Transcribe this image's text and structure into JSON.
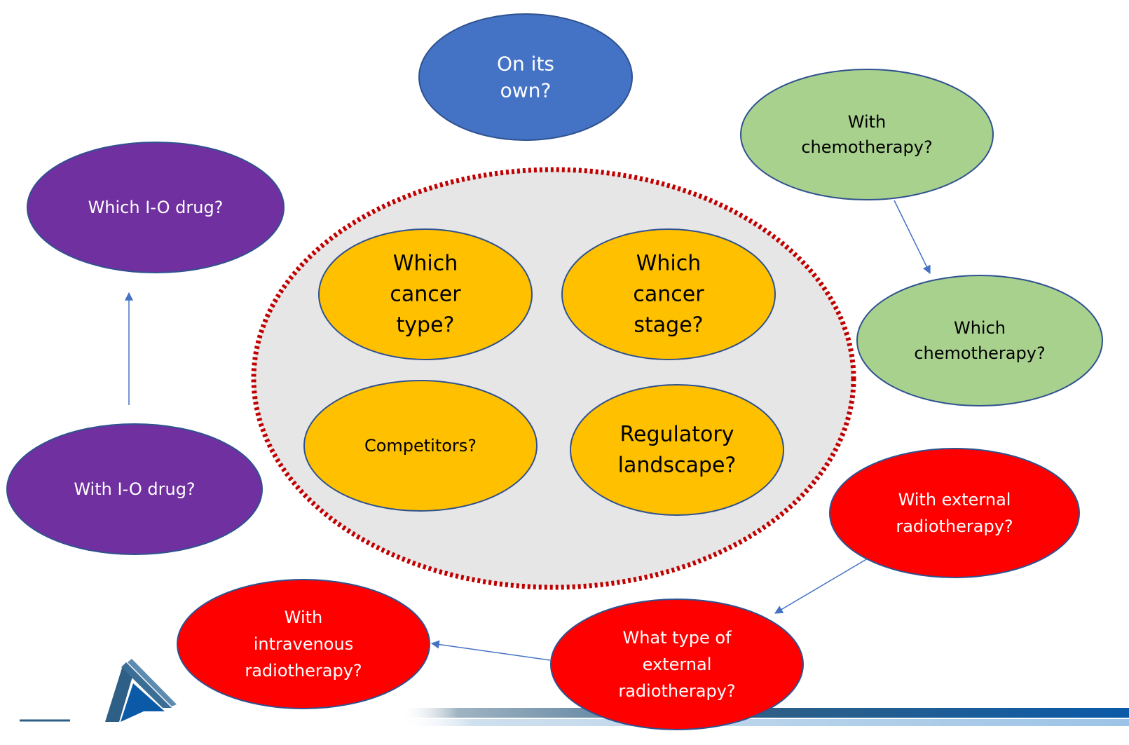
{
  "colors": {
    "blue": "#4472C4",
    "purple": "#7030A0",
    "green": "#A9D18E",
    "orange": "#FFC000",
    "red": "#FF0000",
    "outline": "#2F528F",
    "dashed_ring": "#C00000",
    "ring_fill": "#E6E6E6",
    "arrow": "#4472C4",
    "white_text": "#FFFFFF",
    "dark_text": "#000000"
  },
  "nodes": {
    "on_its_own": {
      "lines": [
        "On its",
        "own?"
      ]
    },
    "which_io_drug": {
      "lines": [
        "Which I-O drug?"
      ]
    },
    "with_io_drug": {
      "lines": [
        "With I-O drug?"
      ]
    },
    "with_chemo": {
      "lines": [
        "With",
        "chemotherapy?"
      ]
    },
    "which_chemo": {
      "lines": [
        "Which",
        "chemotherapy?"
      ]
    },
    "with_external_radio": {
      "lines": [
        "With external",
        "radiotherapy?"
      ]
    },
    "type_external_radio": {
      "lines": [
        "What type of",
        "external",
        "radiotherapy?"
      ]
    },
    "with_iv_radio": {
      "lines": [
        "With",
        "intravenous",
        "radiotherapy?"
      ]
    },
    "cancer_type": {
      "lines": [
        "Which",
        "cancer",
        "type?"
      ]
    },
    "cancer_stage": {
      "lines": [
        "Which",
        "cancer",
        "stage?"
      ]
    },
    "competitors": {
      "lines": [
        "Competitors?"
      ]
    },
    "regulatory": {
      "lines": [
        "Regulatory",
        "landscape?"
      ]
    }
  },
  "edges": [
    {
      "from": "with_io_drug",
      "to": "which_io_drug"
    },
    {
      "from": "with_chemo",
      "to": "which_chemo"
    },
    {
      "from": "with_external_radio",
      "to": "type_external_radio"
    },
    {
      "from": "type_external_radio",
      "to": "with_iv_radio"
    }
  ]
}
